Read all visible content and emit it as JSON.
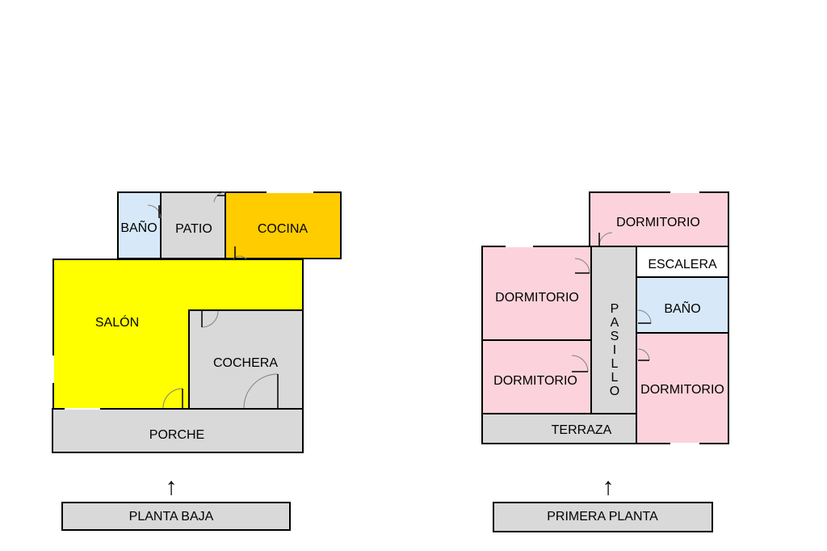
{
  "colors": {
    "wall": "#000000",
    "salon": "#ffff00",
    "cocina": "#ffcc00",
    "gray": "#d9d9d9",
    "blue": "#d7e8f8",
    "pink": "#fcd3dc",
    "white": "#ffffff"
  },
  "ground_floor": {
    "rooms": {
      "bano": "BAÑO",
      "patio": "PATIO",
      "cocina": "COCINA",
      "salon": "SALÓN",
      "cochera": "COCHERA",
      "porche": "PORCHE"
    },
    "caption": "PLANTA BAJA",
    "entrance_arrow": "↑"
  },
  "first_floor": {
    "rooms": {
      "dormitorio_top": "DORMITORIO",
      "escalera": "ESCALERA",
      "bano": "BAÑO",
      "pasillo_letters": [
        "P",
        "A",
        "S",
        "I",
        "L",
        "L",
        "O"
      ],
      "dormitorio_left_upper": "DORMITORIO",
      "dormitorio_left_lower": "DORMITORIO",
      "dormitorio_right": "DORMITORIO",
      "terraza": "TERRAZA"
    },
    "caption": "PRIMERA PLANTA",
    "entrance_arrow": "↑"
  }
}
